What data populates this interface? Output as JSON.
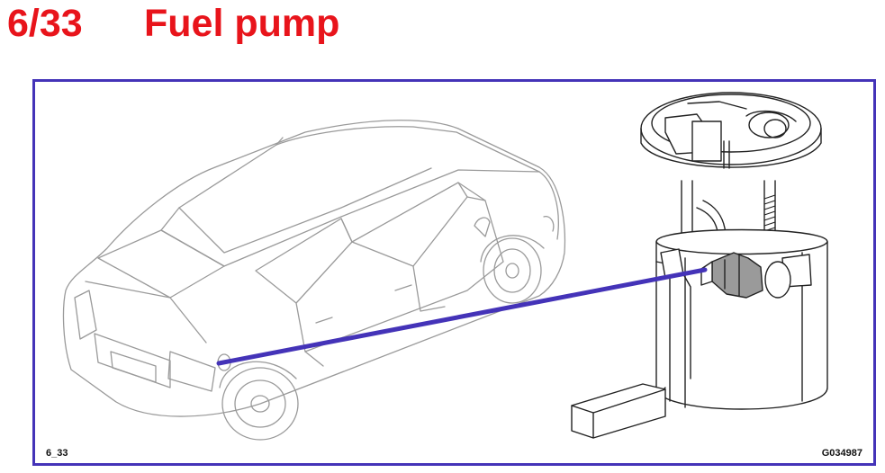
{
  "header": {
    "number": "6/33",
    "title": "Fuel pump"
  },
  "diagram": {
    "figure_code": "6_33",
    "drawing_id": "G034987",
    "leader_color": "#4433b8",
    "border_color": "#4433b8",
    "title_color": "#e8141b"
  }
}
